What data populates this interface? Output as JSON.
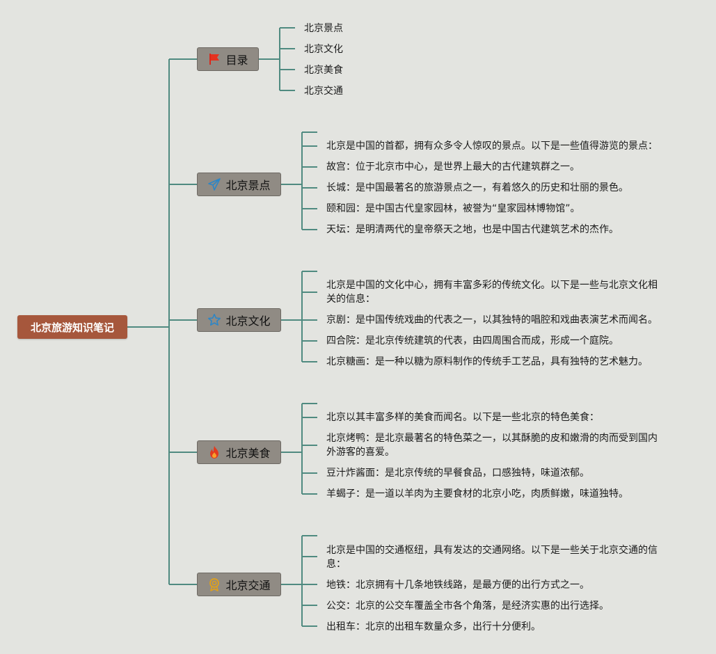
{
  "root": {
    "title": "北京旅游知识笔记"
  },
  "branches": [
    {
      "title": "目录",
      "icon": "red-flag-icon",
      "items": [
        "北京景点",
        "北京文化",
        "北京美食",
        "北京交通"
      ]
    },
    {
      "title": "北京景点",
      "icon": "paper-plane-icon",
      "items": [
        "北京是中国的首都，拥有众多令人惊叹的景点。以下是一些值得游览的景点：",
        "故宫：位于北京市中心，是世界上最大的古代建筑群之一。",
        "长城：是中国最著名的旅游景点之一，有着悠久的历史和壮丽的景色。",
        "颐和园：是中国古代皇家园林，被誉为“皇家园林博物馆”。",
        "天坛：是明清两代的皇帝祭天之地，也是中国古代建筑艺术的杰作。"
      ]
    },
    {
      "title": "北京文化",
      "icon": "star-icon",
      "items": [
        "北京是中国的文化中心，拥有丰富多彩的传统文化。以下是一些与北京文化相关的信息：",
        "京剧：是中国传统戏曲的代表之一，以其独特的唱腔和戏曲表演艺术而闻名。",
        "四合院：是北京传统建筑的代表，由四周围合而成，形成一个庭院。",
        "北京糖画：是一种以糖为原料制作的传统手工艺品，具有独特的艺术魅力。"
      ]
    },
    {
      "title": "北京美食",
      "icon": "fire-icon",
      "items": [
        "北京以其丰富多样的美食而闻名。以下是一些北京的特色美食：",
        "北京烤鸭：是北京最著名的特色菜之一，以其酥脆的皮和嫩滑的肉而受到国内外游客的喜爱。",
        "豆汁炸酱面：是北京传统的早餐食品，口感独特，味道浓郁。",
        "羊蝎子：是一道以羊肉为主要食材的北京小吃，肉质鲜嫩，味道独特。"
      ]
    },
    {
      "title": "北京交通",
      "icon": "award-medal-icon",
      "items": [
        "北京是中国的交通枢纽，具有发达的交通网络。以下是一些关于北京交通的信息：",
        "地铁：北京拥有十几条地铁线路，是最方便的出行方式之一。",
        "公交：北京的公交车覆盖全市各个角落，是经济实惠的出行选择。",
        "出租车：北京的出租车数量众多，出行十分便利。"
      ]
    }
  ]
}
